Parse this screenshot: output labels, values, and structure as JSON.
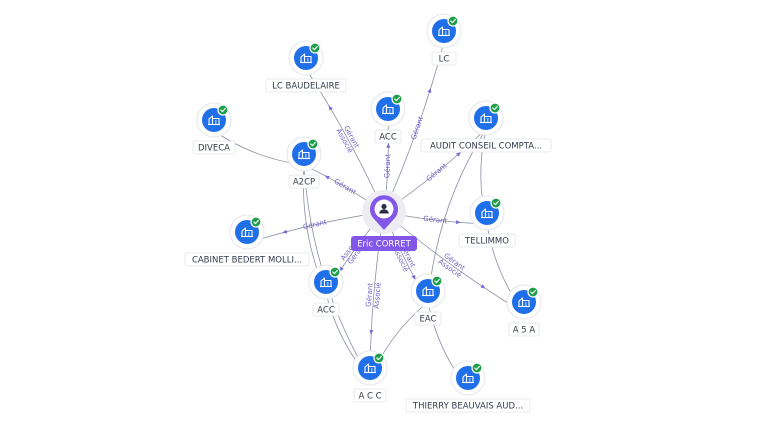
{
  "center": {
    "label": "Eric CORRET",
    "icon": "person-icon",
    "color": "#8156e8"
  },
  "nodes": [
    {
      "id": "lc",
      "label": "LC",
      "icon": "company-building-icon",
      "verified": true
    },
    {
      "id": "lc-baudelaire",
      "label": "LC BAUDELAIRE",
      "icon": "company-building-icon",
      "verified": true
    },
    {
      "id": "acc-top",
      "label": "ACC",
      "icon": "company-building-icon",
      "verified": true
    },
    {
      "id": "audit-conseil",
      "label": "AUDIT CONSEIL COMPTA...",
      "icon": "company-building-icon",
      "verified": true
    },
    {
      "id": "diveca",
      "label": "DIVECA",
      "icon": "company-building-icon",
      "verified": true
    },
    {
      "id": "a2cp",
      "label": "A2CP",
      "icon": "company-building-icon",
      "verified": true
    },
    {
      "id": "tellimmo",
      "label": "TELLIMMO",
      "icon": "company-building-icon",
      "verified": true
    },
    {
      "id": "cabinet-bedert",
      "label": "CABINET BEDERT MOLLI...",
      "icon": "company-building-icon",
      "verified": true
    },
    {
      "id": "acc-left",
      "label": "ACC",
      "icon": "company-building-icon",
      "verified": true
    },
    {
      "id": "eac",
      "label": "EAC",
      "icon": "company-building-icon",
      "verified": true
    },
    {
      "id": "a5a",
      "label": "A 5 A",
      "icon": "company-building-icon",
      "verified": true
    },
    {
      "id": "a-c-c",
      "label": "A C C",
      "icon": "company-building-icon",
      "verified": true
    },
    {
      "id": "thierry-beauvais",
      "label": "THIERRY BEAUVAIS AUD...",
      "icon": "company-building-icon",
      "verified": true
    }
  ],
  "relations": [
    {
      "target": "lc",
      "labels": [
        "Gérant"
      ]
    },
    {
      "target": "lc-baudelaire",
      "labels": [
        "Gérant",
        "Associé"
      ]
    },
    {
      "target": "acc-top",
      "labels": [
        "Gérant"
      ]
    },
    {
      "target": "audit-conseil",
      "labels": [
        "Gérant"
      ]
    },
    {
      "target": "a2cp",
      "labels": [
        "Gérant"
      ]
    },
    {
      "target": "tellimmo",
      "labels": [
        "Gérant"
      ]
    },
    {
      "target": "cabinet-bedert",
      "labels": [
        "Gérant"
      ]
    },
    {
      "target": "acc-left",
      "labels": [
        "Associé",
        "Gérant"
      ]
    },
    {
      "target": "eac",
      "labels": [
        "Gérant",
        "Associé"
      ]
    },
    {
      "target": "a-c-c",
      "labels": [
        "Gérant",
        "Associé"
      ]
    },
    {
      "target": "a5a",
      "labels": [
        "Gérant",
        "Associé"
      ]
    }
  ],
  "links": [
    {
      "from": "diveca",
      "to": "a2cp"
    },
    {
      "from": "a2cp",
      "to": "acc-left"
    },
    {
      "from": "a2cp",
      "to": "a-c-c"
    },
    {
      "from": "audit-conseil",
      "to": "tellimmo"
    },
    {
      "from": "audit-conseil",
      "to": "eac"
    },
    {
      "from": "tellimmo",
      "to": "a5a"
    },
    {
      "from": "eac",
      "to": "a-c-c"
    },
    {
      "from": "eac",
      "to": "thierry-beauvais"
    },
    {
      "from": "acc-left",
      "to": "a-c-c"
    }
  ]
}
